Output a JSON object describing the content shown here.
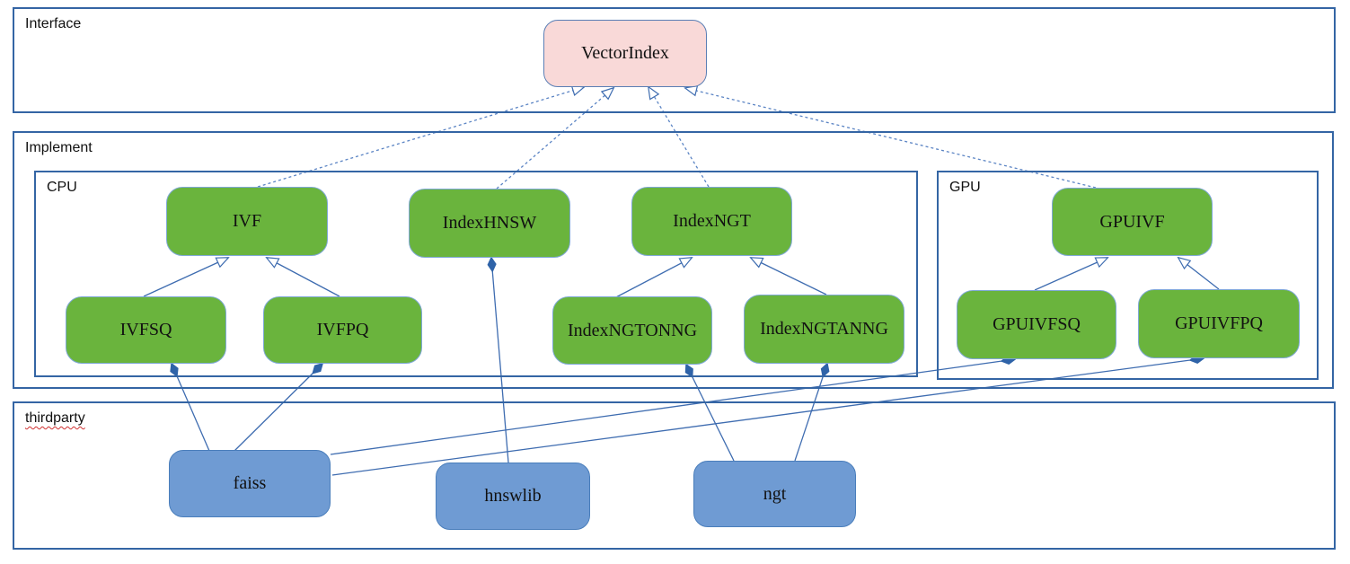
{
  "diagram": {
    "containers": {
      "interface": {
        "label": "Interface"
      },
      "implement": {
        "label": "Implement"
      },
      "cpu": {
        "label": "CPU"
      },
      "gpu": {
        "label": "GPU"
      },
      "thirdparty": {
        "label": "thirdparty"
      }
    },
    "nodes": {
      "vectorindex": {
        "label": "VectorIndex",
        "kind": "interface"
      },
      "ivf": {
        "label": "IVF",
        "kind": "cpu-class"
      },
      "indexhnsw": {
        "label": "IndexHNSW",
        "kind": "cpu-class"
      },
      "indexngt": {
        "label": "IndexNGT",
        "kind": "cpu-class"
      },
      "ivfsq": {
        "label": "IVFSQ",
        "kind": "cpu-class"
      },
      "ivfpq": {
        "label": "IVFPQ",
        "kind": "cpu-class"
      },
      "indexngtonng": {
        "label": "IndexNGTONNG",
        "kind": "cpu-class"
      },
      "indexngtanng": {
        "label": "IndexNGTANNG",
        "kind": "cpu-class"
      },
      "gpuivf": {
        "label": "GPUIVF",
        "kind": "gpu-class"
      },
      "gpuivfsq": {
        "label": "GPUIVFSQ",
        "kind": "gpu-class"
      },
      "gpuivfpq": {
        "label": "GPUIVFPQ",
        "kind": "gpu-class"
      },
      "faiss": {
        "label": "faiss",
        "kind": "thirdparty-lib"
      },
      "hnswlib": {
        "label": "hnswlib",
        "kind": "thirdparty-lib"
      },
      "ngt": {
        "label": "ngt",
        "kind": "thirdparty-lib"
      }
    },
    "edges": [
      {
        "from": "ivf",
        "to": "vectorindex",
        "type": "realization"
      },
      {
        "from": "indexhnsw",
        "to": "vectorindex",
        "type": "realization"
      },
      {
        "from": "indexngt",
        "to": "vectorindex",
        "type": "realization"
      },
      {
        "from": "gpuivf",
        "to": "vectorindex",
        "type": "realization"
      },
      {
        "from": "ivfsq",
        "to": "ivf",
        "type": "inheritance"
      },
      {
        "from": "ivfpq",
        "to": "ivf",
        "type": "inheritance"
      },
      {
        "from": "indexngtonng",
        "to": "indexngt",
        "type": "inheritance"
      },
      {
        "from": "indexngtanng",
        "to": "indexngt",
        "type": "inheritance"
      },
      {
        "from": "gpuivfsq",
        "to": "gpuivf",
        "type": "inheritance"
      },
      {
        "from": "gpuivfpq",
        "to": "gpuivf",
        "type": "inheritance"
      },
      {
        "from": "ivfsq",
        "to": "faiss",
        "type": "composition"
      },
      {
        "from": "ivfpq",
        "to": "faiss",
        "type": "composition"
      },
      {
        "from": "indexhnsw",
        "to": "hnswlib",
        "type": "composition"
      },
      {
        "from": "indexngtonng",
        "to": "ngt",
        "type": "composition"
      },
      {
        "from": "indexngtanng",
        "to": "ngt",
        "type": "composition"
      },
      {
        "from": "gpuivfsq",
        "to": "faiss",
        "type": "composition"
      },
      {
        "from": "gpuivfpq",
        "to": "faiss",
        "type": "composition"
      }
    ],
    "colors": {
      "interface_fill": "#f9d9d8",
      "class_fill": "#6ab43d",
      "thirdparty_fill": "#6f9bd3",
      "container_border": "#3465a4",
      "connector": "#3e6cb0",
      "spellcheck_underline": "#d03030"
    }
  }
}
